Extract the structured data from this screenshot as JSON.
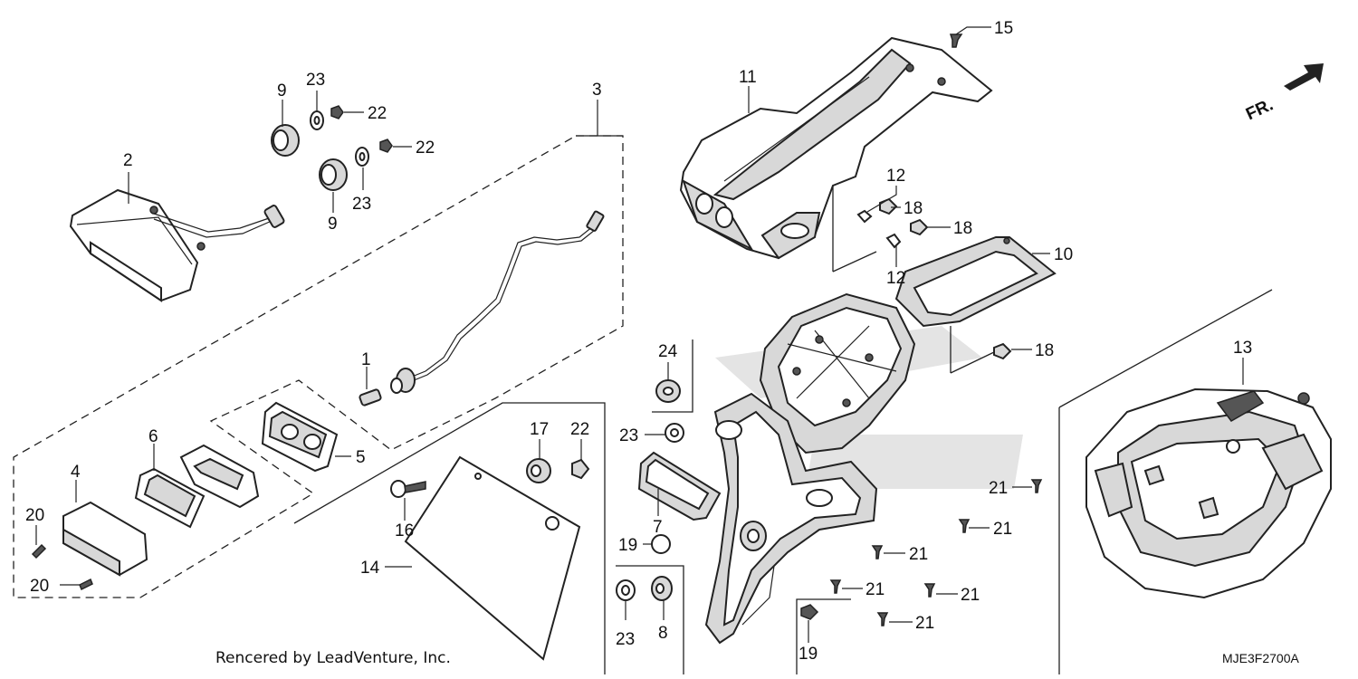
{
  "diagram": {
    "callouts": {
      "c1": "1",
      "c2": "2",
      "c3": "3",
      "c4": "4",
      "c5": "5",
      "c6": "6",
      "c7": "7",
      "c8": "8",
      "c9a": "9",
      "c9b": "9",
      "c10": "10",
      "c11": "11",
      "c12a": "12",
      "c12b": "12",
      "c13": "13",
      "c14": "14",
      "c15": "15",
      "c16": "16",
      "c17": "17",
      "c18a": "18",
      "c18b": "18",
      "c18c": "18",
      "c19a": "19",
      "c19b": "19",
      "c20a": "20",
      "c20b": "20",
      "c21a": "21",
      "c21b": "21",
      "c21c": "21",
      "c21d": "21",
      "c21e": "21",
      "c21f": "21",
      "c22a": "22",
      "c22b": "22",
      "c22c": "22",
      "c23a": "23",
      "c23b": "23",
      "c23c": "23",
      "c23d": "23",
      "c24": "24"
    },
    "front_indicator": "FR.",
    "watermark_credit": "Rencered by LeadVenture, Inc.",
    "diagram_code": "MJE3F2700A"
  }
}
